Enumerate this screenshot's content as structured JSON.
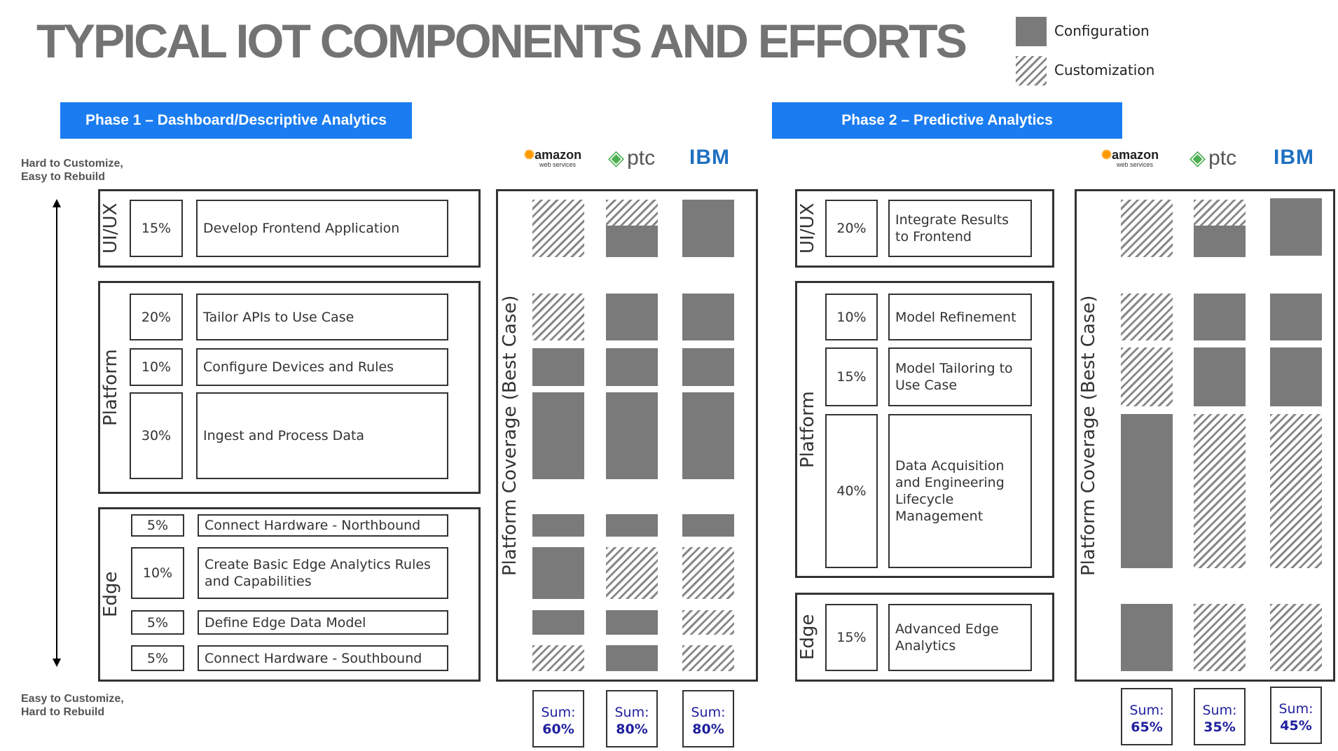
{
  "title": "TYPICAL IOT COMPONENTS AND EFFORTS",
  "legend": {
    "configuration": "Configuration",
    "customization": "Customization"
  },
  "colors": {
    "phase_header": "#1a7cf0",
    "configuration": "#7a7a7a",
    "sum_text": "#1f1f9c"
  },
  "axis": {
    "top": [
      "Hard to Customize,",
      "Easy to Rebuild"
    ],
    "bottom": [
      "Easy to Customize,",
      "Hard to Rebuild"
    ]
  },
  "vendors": [
    "amazon",
    "ptc",
    "IBM"
  ],
  "vendor_sub": "web services",
  "coverage_label": "Platform Coverage (Best Case)",
  "phase1": {
    "header": "Phase 1 – Dashboard/Descriptive Analytics",
    "groups": {
      "uiux": "UI/UX",
      "platform": "Platform",
      "edge": "Edge"
    },
    "tasks": [
      {
        "pct": "15%",
        "label": "Develop Frontend Application",
        "aws": "customization",
        "ptc": "mixed",
        "ibm": "configuration"
      },
      {
        "pct": "20%",
        "label": "Tailor APIs to Use Case",
        "aws": "customization",
        "ptc": "configuration",
        "ibm": "configuration"
      },
      {
        "pct": "10%",
        "label": "Configure Devices and Rules",
        "aws": "configuration",
        "ptc": "configuration",
        "ibm": "configuration"
      },
      {
        "pct": "30%",
        "label": "Ingest and Process Data",
        "aws": "configuration",
        "ptc": "configuration",
        "ibm": "configuration"
      },
      {
        "pct": "5%",
        "label": "Connect Hardware - Northbound",
        "aws": "configuration",
        "ptc": "configuration",
        "ibm": "configuration"
      },
      {
        "pct": "10%",
        "label": "Create Basic Edge Analytics Rules and Capabilities",
        "aws": "configuration",
        "ptc": "customization",
        "ibm": "customization"
      },
      {
        "pct": "5%",
        "label": "Define Edge Data Model",
        "aws": "configuration",
        "ptc": "configuration",
        "ibm": "customization"
      },
      {
        "pct": "5%",
        "label": "Connect Hardware - Southbound",
        "aws": "customization",
        "ptc": "configuration",
        "ibm": "customization"
      }
    ],
    "sums": [
      {
        "label": "Sum:",
        "value": "60%"
      },
      {
        "label": "Sum:",
        "value": "80%"
      },
      {
        "label": "Sum:",
        "value": "80%"
      }
    ]
  },
  "phase2": {
    "header": "Phase 2 – Predictive Analytics",
    "groups": {
      "uiux": "UI/UX",
      "platform": "Platform",
      "edge": "Edge"
    },
    "tasks": [
      {
        "pct": "20%",
        "label": "Integrate Results to Frontend",
        "aws": "customization",
        "ptc": "mixed",
        "ibm": "configuration"
      },
      {
        "pct": "10%",
        "label": "Model Refinement",
        "aws": "customization",
        "ptc": "configuration",
        "ibm": "configuration"
      },
      {
        "pct": "15%",
        "label": "Model Tailoring to Use Case",
        "aws": "customization",
        "ptc": "configuration",
        "ibm": "configuration"
      },
      {
        "pct": "40%",
        "label": "Data Acquisition and Engineering Lifecycle Management",
        "aws": "configuration",
        "ptc": "customization",
        "ibm": "customization"
      },
      {
        "pct": "15%",
        "label": "Advanced Edge Analytics",
        "aws": "configuration",
        "ptc": "customization",
        "ibm": "customization"
      }
    ],
    "sums": [
      {
        "label": "Sum:",
        "value": "65%"
      },
      {
        "label": "Sum:",
        "value": "35%"
      },
      {
        "label": "Sum:",
        "value": "45%"
      }
    ]
  }
}
